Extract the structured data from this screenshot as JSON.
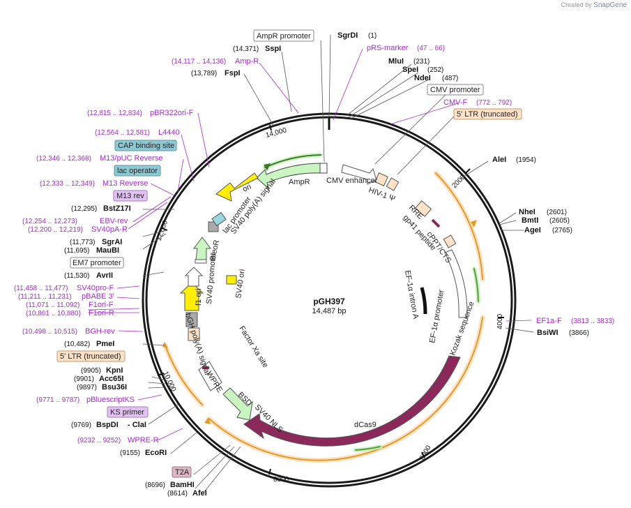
{
  "credit": {
    "prefix": "Created by",
    "brand": "SnapGene"
  },
  "plasmid": {
    "name": "pGH397",
    "length": "14,487 bp"
  },
  "ticks": [
    "2000",
    "4000",
    "6000",
    "8000",
    "10,000",
    "12,000",
    "14,000"
  ],
  "features": {
    "amp_r": "AmpR",
    "ori": "ori",
    "cmv_enhancer": "CMV enhancer",
    "hiv_psi": "HIV-1 Ψ",
    "rre": "RRE",
    "gp41": "gp41 peptide",
    "cppt": "cPPT/CTS",
    "ef1a_intron": "EF-1α intron A",
    "ef1a_promoter": "EF-1α promoter",
    "kozak": "Kozak sequence",
    "dcas9": "dCas9",
    "sv40_nls": "SV40 NLS",
    "bsd": "BSD",
    "wpre": "WPRE",
    "factor_xa": "Factor Xa site",
    "bgh_polya": "bGH poly(A) signal",
    "f1_ori": "f1 ori",
    "sv40_promoter": "SV40 promoter",
    "sv40_ori": "SV40 ori",
    "bleor": "BleoR",
    "lac_promoter": "lac promoter",
    "sv40_polya": "SV40 poly(A) signal"
  },
  "labels": {
    "ampr_promoter": "AmpR promoter",
    "sgrdi": "SgrDI",
    "sgrdi_pos": "(1)",
    "sspi": "SspI",
    "sspi_pos": "(14,371)",
    "prs_marker": "pRS-marker",
    "prs_marker_pos": "(47 .. 66)",
    "amp_r_primer": "Amp-R",
    "amp_r_primer_pos": "(14,117 .. 14,136)",
    "mlui": "MluI",
    "mlui_pos": "(231)",
    "spei": "SpeI",
    "spei_pos": "(252)",
    "fspi": "FspI",
    "fspi_pos": "(13,789)",
    "ndei": "NdeI",
    "ndei_pos": "(487)",
    "cmv_promoter": "CMV promoter",
    "cmv_f": "CMV-F",
    "cmv_f_pos": "(772 .. 792)",
    "ltr_trunc": "5' LTR (truncated)",
    "pbr322": "pBR322ori-F",
    "pbr322_pos": "(12,815 .. 12,834)",
    "l4440": "L4440",
    "l4440_pos": "(12,564 .. 12,581)",
    "cap_site": "CAP binding site",
    "m13_puc": "M13/pUC Reverse",
    "m13_puc_pos": "(12,346 .. 12,368)",
    "lac_operator": "lac operator",
    "m13_rev_primer": "M13 Reverse",
    "m13_rev_primer_pos": "(12,333 .. 12,349)",
    "m13_rev": "M13 rev",
    "bstz17i": "BstZ17I",
    "bstz17i_pos": "(12,295)",
    "ebv_rev": "EBV-rev",
    "ebv_rev_pos": "(12,254 .. 12,273)",
    "sv40pa_r": "SV40pA-R",
    "sv40pa_r_pos": "(12,200 .. 12,219)",
    "alei": "AleI",
    "alei_pos": "(1954)",
    "nhei": "NheI",
    "nhei_pos": "(2601)",
    "bmti": "BmtI",
    "bmti_pos": "(2605)",
    "agei": "AgeI",
    "agei_pos": "(2765)",
    "sgrai": "SgrAI",
    "sgrai_pos": "(11,773)",
    "maubi": "MauBI",
    "maubi_pos": "(11,695)",
    "em7": "EM7 promoter",
    "avrii": "AvrII",
    "avrii_pos": "(11,530)",
    "sv40pro_f": "SV40pro-F",
    "sv40pro_f_pos": "(11,458 .. 11,477)",
    "pbabe3": "pBABE 3'",
    "pbabe3_pos": "(11,211 .. 11,231)",
    "f1ori_f": "F1ori-F",
    "f1ori_f_pos": "(11,071 .. 11,092)",
    "f1ori_r": "F1ori-R",
    "f1ori_r_pos": "(10,861 .. 10,880)",
    "ef1a_f": "EF1a-F",
    "ef1a_f_pos": "(3813 .. 3833)",
    "bsiwi": "BsiWI",
    "bsiwi_pos": "(3866)",
    "bgh_rev": "BGH-rev",
    "bgh_rev_pos": "(10,498 .. 10,515)",
    "pmei": "PmeI",
    "pmei_pos": "(10,482)",
    "ltr_trunc2": "5' LTR (truncated)",
    "kpni": "KpnI",
    "kpni_pos": "(9905)",
    "acc65i": "Acc65I",
    "acc65i_pos": "(9901)",
    "bsu36i": "Bsu36I",
    "bsu36i_pos": "(9897)",
    "pbluescript": "pBluescriptKS",
    "pbluescript_pos": "(9771 .. 9787)",
    "ks_primer": "KS primer",
    "bspdi": "BspDI",
    "clai": "- ClaI",
    "bspdi_pos": "(9769)",
    "wpre_r": "WPRE-R",
    "wpre_r_pos": "(9232 .. 9252)",
    "ecori": "EcoRI",
    "ecori_pos": "(9155)",
    "t2a": "T2A",
    "bamhi": "BamHI",
    "bamhi_pos": "(8696)",
    "afei": "AfeI",
    "afei_pos": "(8614)"
  },
  "colors": {
    "backbone": "#1a1a1a",
    "primer": "#a52ad0",
    "promoter_box": "#ffffff",
    "ltr": "#fde2c8",
    "cap": "#8ec9d3",
    "m13rev": "#e2c2f2",
    "t2a": "#dbb6c4",
    "ampr": "#c8f5c0",
    "ori": "#ffee00",
    "dcas9": "#8b2a5a",
    "ltr_arc": "#f5a623",
    "green_arc": "#7bc452"
  }
}
